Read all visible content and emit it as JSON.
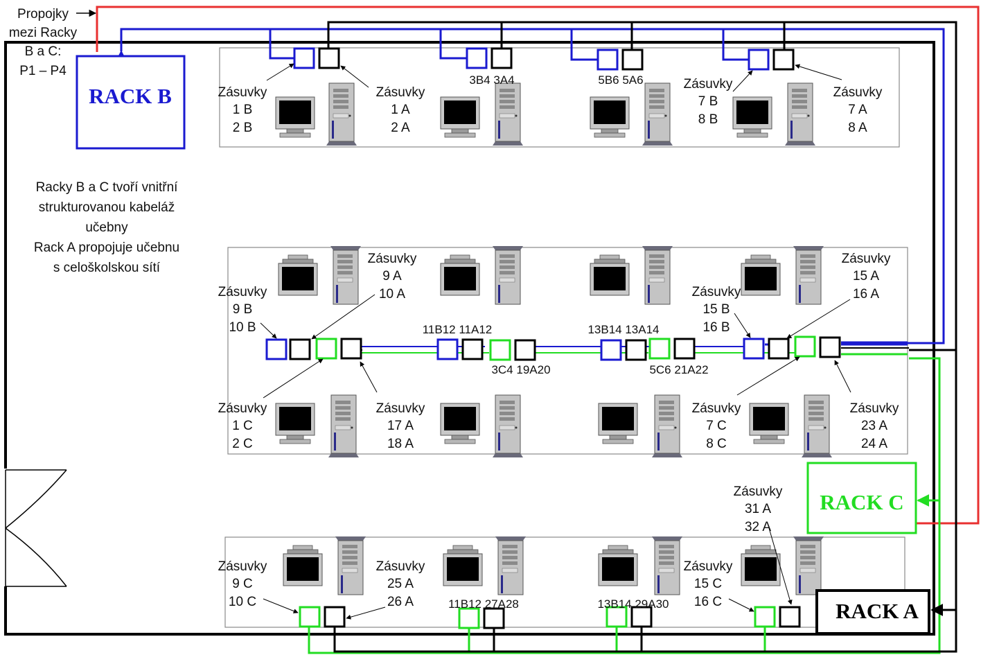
{
  "colors": {
    "frame": "#000000",
    "rack_b": "#1a1ad0",
    "rack_c": "#22dd22",
    "rack_a": "#000000",
    "patch": "#e83030",
    "panel_border": "#8a8a8a"
  },
  "propojky": {
    "line1": "Propojky",
    "line2": "mezi Racky",
    "line3": "B a C:",
    "line4": "P1 – P4"
  },
  "racks": {
    "b": "RACK B",
    "c": "RACK C",
    "a": "RACK A"
  },
  "description": {
    "line1": "Racky B a C tvoří vnitřní",
    "line2": "strukturovanou kabeláž",
    "line3": "učebny",
    "line4": "Rack A propojuje učebnu",
    "line5": "s celoškolskou sítí"
  },
  "row1": {
    "left_b": {
      "title": "Zásuvky",
      "l1": "1 B",
      "l2": "2 B"
    },
    "left_a": {
      "title": "Zásuvky",
      "l1": "1 A",
      "l2": "2 A"
    },
    "mid1": "3B4 3A4",
    "mid2": "5B6 5A6",
    "right_b": {
      "title": "Zásuvky",
      "l1": "7 B",
      "l2": "8 B"
    },
    "right_a": {
      "title": "Zásuvky",
      "l1": "7 A",
      "l2": "8 A"
    }
  },
  "row2": {
    "top_left_b": {
      "title": "Zásuvky",
      "l1": "9 B",
      "l2": "10 B"
    },
    "top_left_a": {
      "title": "Zásuvky",
      "l1": "9 A",
      "l2": "10 A"
    },
    "top_mid1": "11B12 11A12",
    "top_mid2": "13B14 13A14",
    "top_right_b": {
      "title": "Zásuvky",
      "l1": "15 B",
      "l2": "16 B"
    },
    "top_right_a": {
      "title": "Zásuvky",
      "l1": "15 A",
      "l2": "16 A"
    },
    "bot_mid1": "3C4 19A20",
    "bot_mid2": "5C6 21A22",
    "bot_left_c": {
      "title": "Zásuvky",
      "l1": "1 C",
      "l2": "2 C"
    },
    "bot_left_a": {
      "title": "Zásuvky",
      "l1": "17 A",
      "l2": "18 A"
    },
    "bot_right_c": {
      "title": "Zásuvky",
      "l1": "7 C",
      "l2": "8 C"
    },
    "bot_right_a": {
      "title": "Zásuvky",
      "l1": "23 A",
      "l2": "24 A"
    }
  },
  "row3": {
    "left_c": {
      "title": "Zásuvky",
      "l1": "9 C",
      "l2": "10 C"
    },
    "left_a": {
      "title": "Zásuvky",
      "l1": "25 A",
      "l2": "26 A"
    },
    "mid1": "11B12 27A28",
    "mid2": "13B14 29A30",
    "right_c": {
      "title": "Zásuvky",
      "l1": "15 C",
      "l2": "16 C"
    },
    "right_a": {
      "title": "Zásuvky",
      "l1": "31 A",
      "l2": "32 A"
    }
  }
}
